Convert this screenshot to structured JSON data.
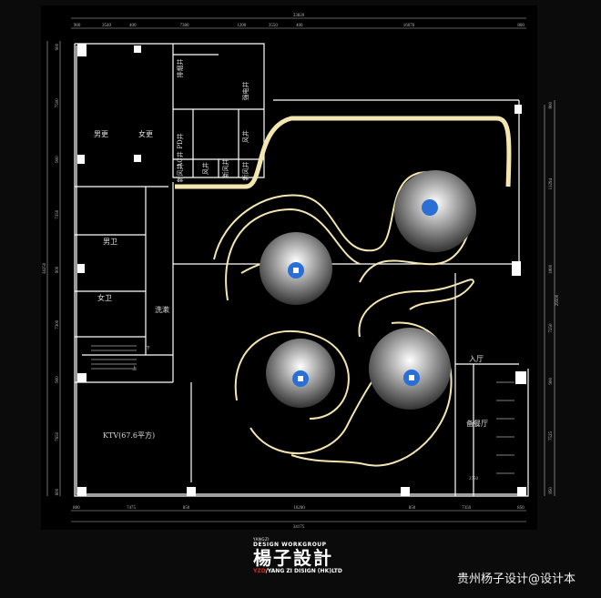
{
  "dimensions": {
    "top_total": "33820",
    "top": [
      "900",
      "3540",
      "400",
      "7380",
      "1200",
      "3550",
      "400",
      "16070",
      "800"
    ],
    "bottom_total": "34175",
    "bottom": [
      "800",
      "7475",
      "850",
      "16200",
      "850",
      "7350",
      "850"
    ],
    "left_total": "34250",
    "left": [
      "900",
      "7500",
      "900",
      "7350",
      "900",
      "7300",
      "900",
      "7650",
      "600"
    ],
    "right_total": "29500",
    "right": [
      "800",
      "11294",
      "1800",
      "7250",
      "900",
      "7525",
      "850"
    ],
    "inner": "2750"
  },
  "rooms": {
    "mens_locker": "男更",
    "womens_locker": "女更",
    "mens_wc": "男卫",
    "womens_wc": "女卫",
    "washroom": "洗漱",
    "ktv": "KTV(67.6平方)",
    "entrance_hall": "入厅",
    "pantry": "备餐厅"
  },
  "shafts": [
    "排烟井",
    "PD井",
    "AC井",
    "新风井",
    "风井",
    "新风井",
    "新风井",
    "强电井",
    "风井"
  ],
  "stair_labels": [
    "下",
    "上"
  ],
  "colors": {
    "background": "#000000",
    "wall": "#ffffff",
    "light_strip": "#f3e6b0",
    "spot_blue": "#2a6fd6"
  },
  "logo": {
    "line1": "YANGZI",
    "line2": "DESIGN WORKGROUP",
    "chinese": "楊子設計",
    "brand_red": "YZD",
    "brand_rest": "/YANG ZI DISIGN (HK)LTD"
  },
  "watermark": "贵州杨子设计@设计本"
}
